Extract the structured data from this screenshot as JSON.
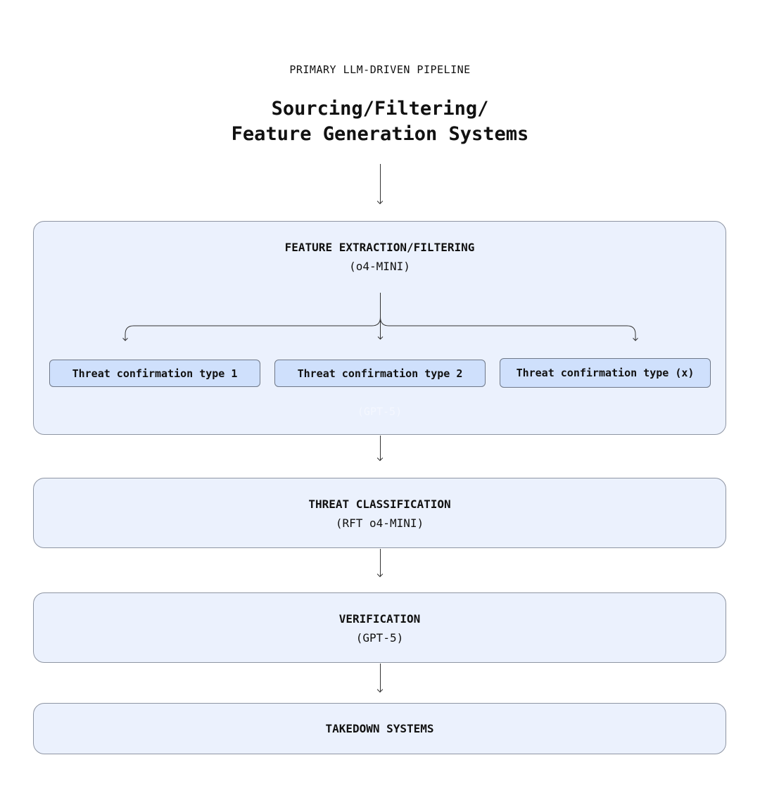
{
  "diagram": {
    "eyebrow": "PRIMARY LLM-DRIVEN PIPELINE",
    "title_line1": "Sourcing/Filtering/",
    "title_line2": "Feature Generation Systems",
    "stages": [
      {
        "title": "FEATURE EXTRACTION/FILTERING",
        "subtitle": "(o4-MINI)",
        "children": [
          "Threat confirmation type 1",
          "Threat confirmation type 2",
          "Threat confirmation type (x)"
        ],
        "children_note": "(GPT-5)"
      },
      {
        "title": "THREAT CLASSIFICATION",
        "subtitle": "(RFT o4-MINI)"
      },
      {
        "title": "VERIFICATION",
        "subtitle": "(GPT-5)"
      },
      {
        "title": "TAKEDOWN SYSTEMS"
      }
    ],
    "colors": {
      "stage_fill": "#ebf1fd",
      "stage_border": "#8e95a3",
      "type_fill": "#cfe0fc",
      "line": "#333333"
    }
  }
}
